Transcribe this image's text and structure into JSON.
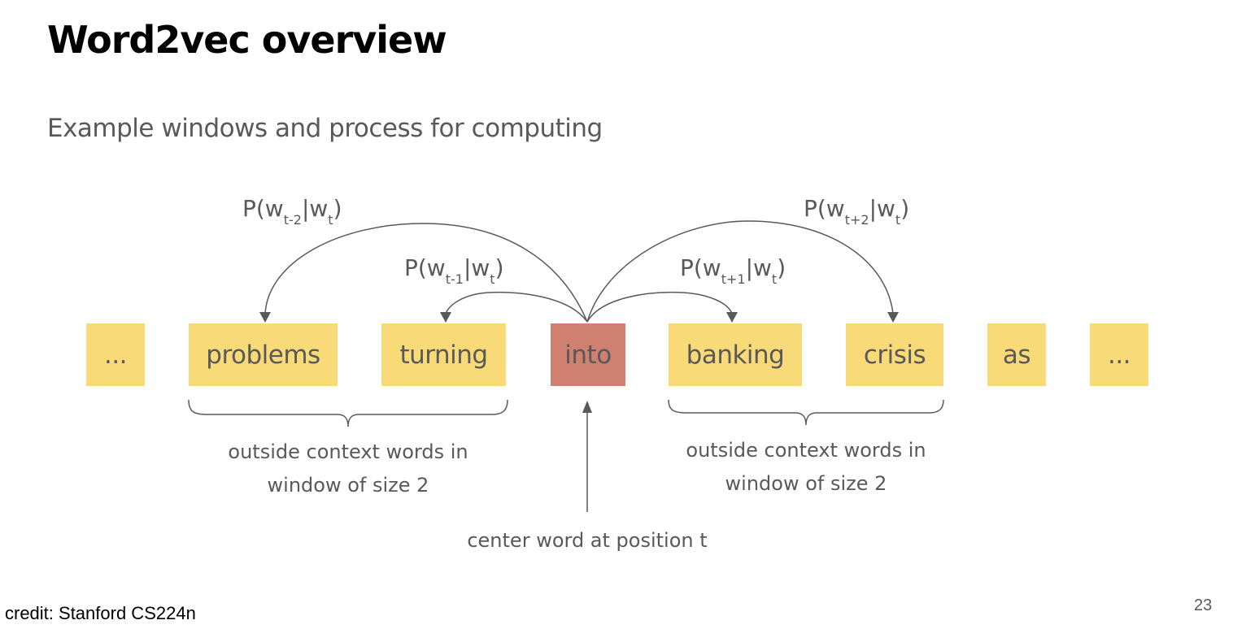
{
  "slide": {
    "title": "Word2vec overview",
    "subtitle": "Example windows and process for computing",
    "credit": "credit: Stanford CS224n",
    "page_number": "23"
  },
  "words": [
    {
      "text": "...",
      "role": "context"
    },
    {
      "text": "problems",
      "role": "context"
    },
    {
      "text": "turning",
      "role": "context"
    },
    {
      "text": "into",
      "role": "center"
    },
    {
      "text": "banking",
      "role": "context"
    },
    {
      "text": "crisis",
      "role": "context"
    },
    {
      "text": "as",
      "role": "context"
    },
    {
      "text": "...",
      "role": "context"
    }
  ],
  "probabilities": {
    "t_minus_2": {
      "prefix": "P(w",
      "sub1": "t-2",
      "mid": "|w",
      "sub2": "t",
      "suffix": ")"
    },
    "t_minus_1": {
      "prefix": "P(w",
      "sub1": "t-1",
      "mid": "|w",
      "sub2": "t",
      "suffix": ")"
    },
    "t_plus_1": {
      "prefix": "P(w",
      "sub1": "t+1",
      "mid": "|w",
      "sub2": "t",
      "suffix": ")"
    },
    "t_plus_2": {
      "prefix": "P(w",
      "sub1": "t+2",
      "mid": "|w",
      "sub2": "t",
      "suffix": ")"
    }
  },
  "captions": {
    "left_line1": "outside context words in",
    "left_line2": "window of size 2",
    "right_line1": "outside context words in",
    "right_line2": "window of size 2",
    "center": "center word at position t"
  },
  "colors": {
    "context_box": "#f8da78",
    "center_box": "#d08070",
    "text": "#595959",
    "arrow": "#595959"
  }
}
